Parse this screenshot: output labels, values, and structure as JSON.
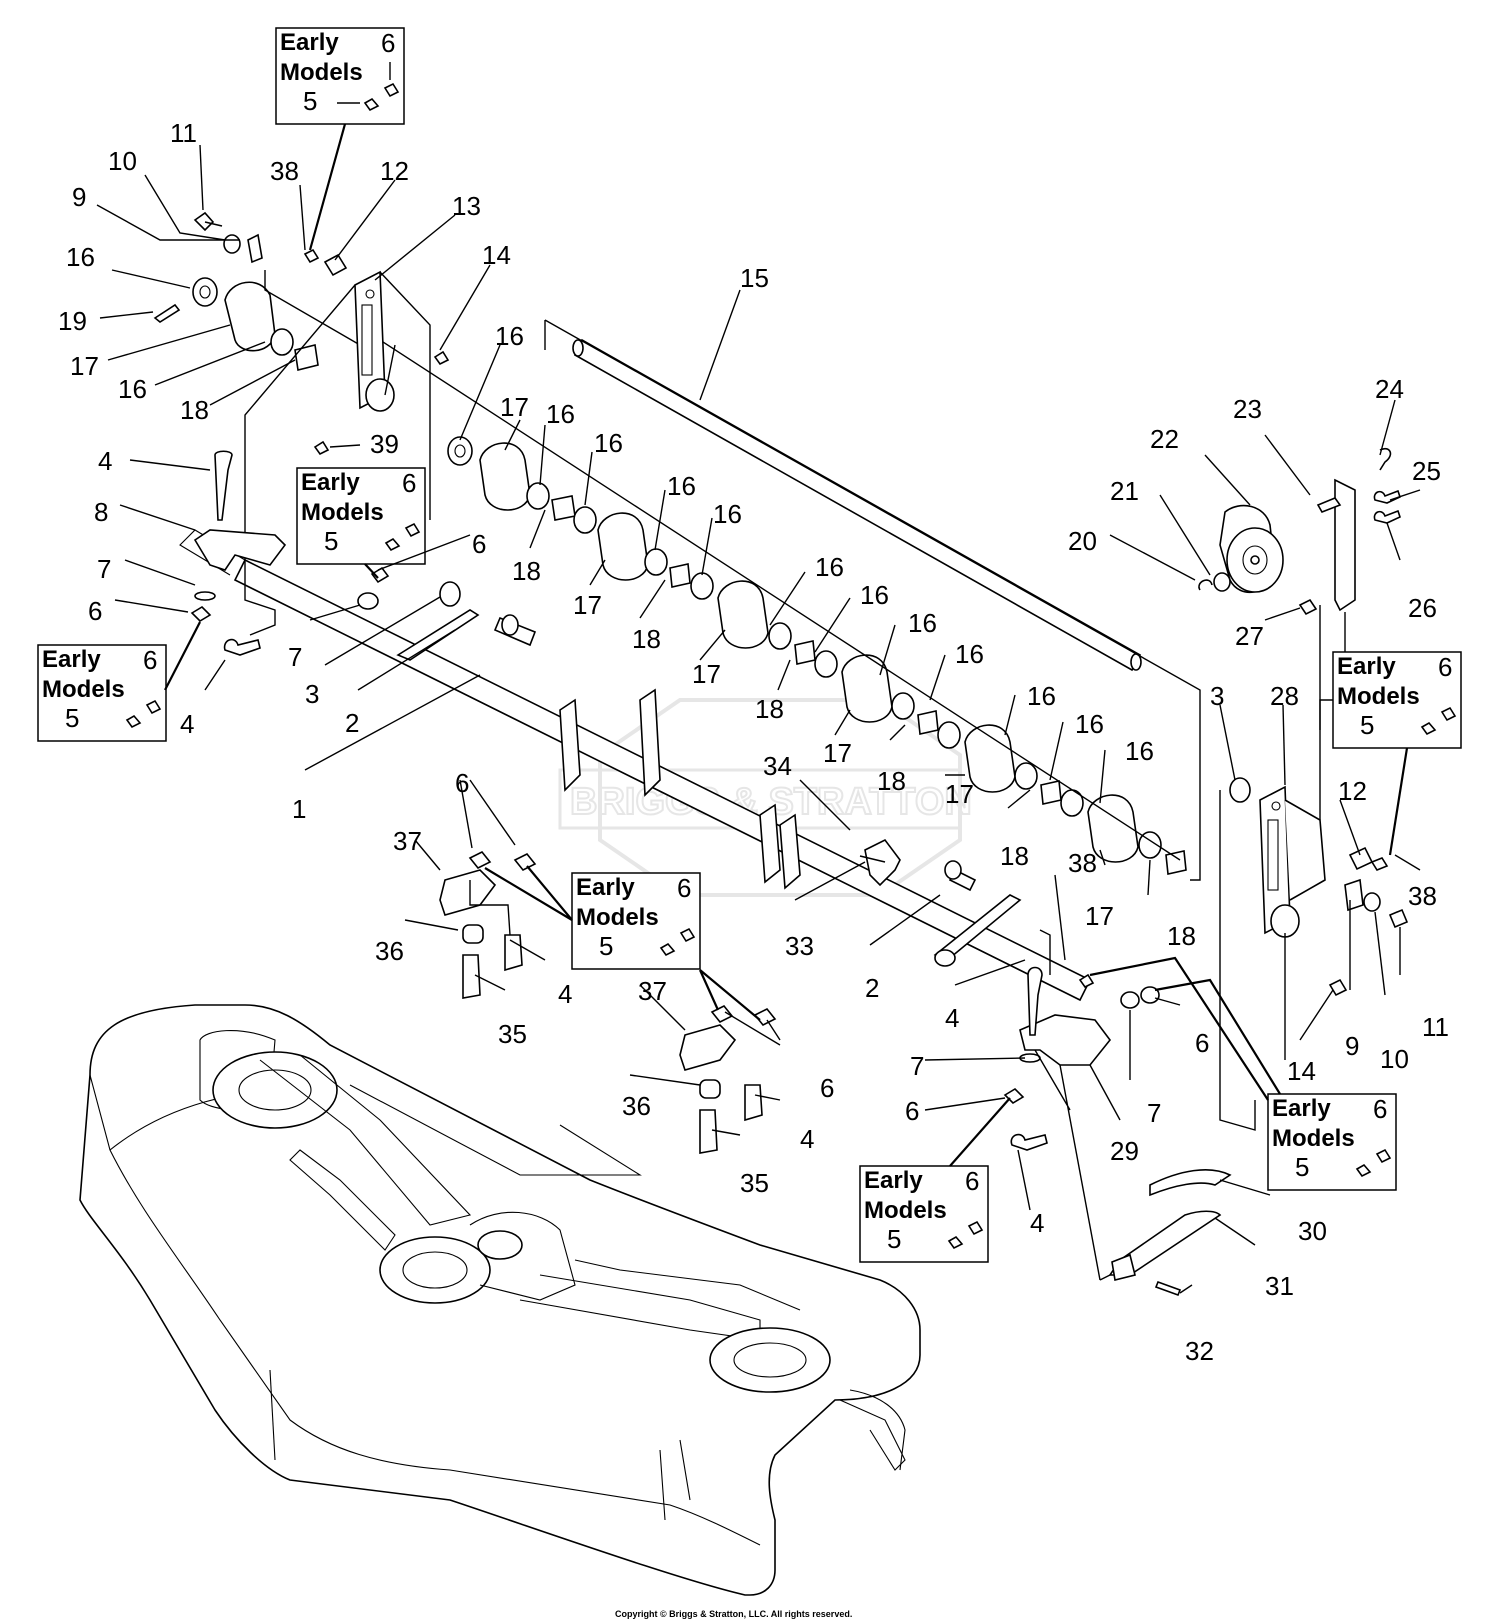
{
  "diagram": {
    "watermark": "BRIGGS & STRATTON",
    "copyright": "Copyright © Briggs & Stratton, LLC. All rights reserved.",
    "inset_title_line1": "Early",
    "inset_title_line2": "Models",
    "inset_part_a": "6",
    "inset_part_b": "5",
    "labels": [
      "1",
      "2",
      "3",
      "4",
      "5",
      "6",
      "7",
      "8",
      "9",
      "10",
      "11",
      "12",
      "13",
      "14",
      "15",
      "16",
      "17",
      "18",
      "19",
      "20",
      "21",
      "22",
      "23",
      "24",
      "25",
      "26",
      "27",
      "28",
      "29",
      "30",
      "31",
      "32",
      "33",
      "34",
      "35",
      "36",
      "37",
      "38",
      "39"
    ]
  }
}
